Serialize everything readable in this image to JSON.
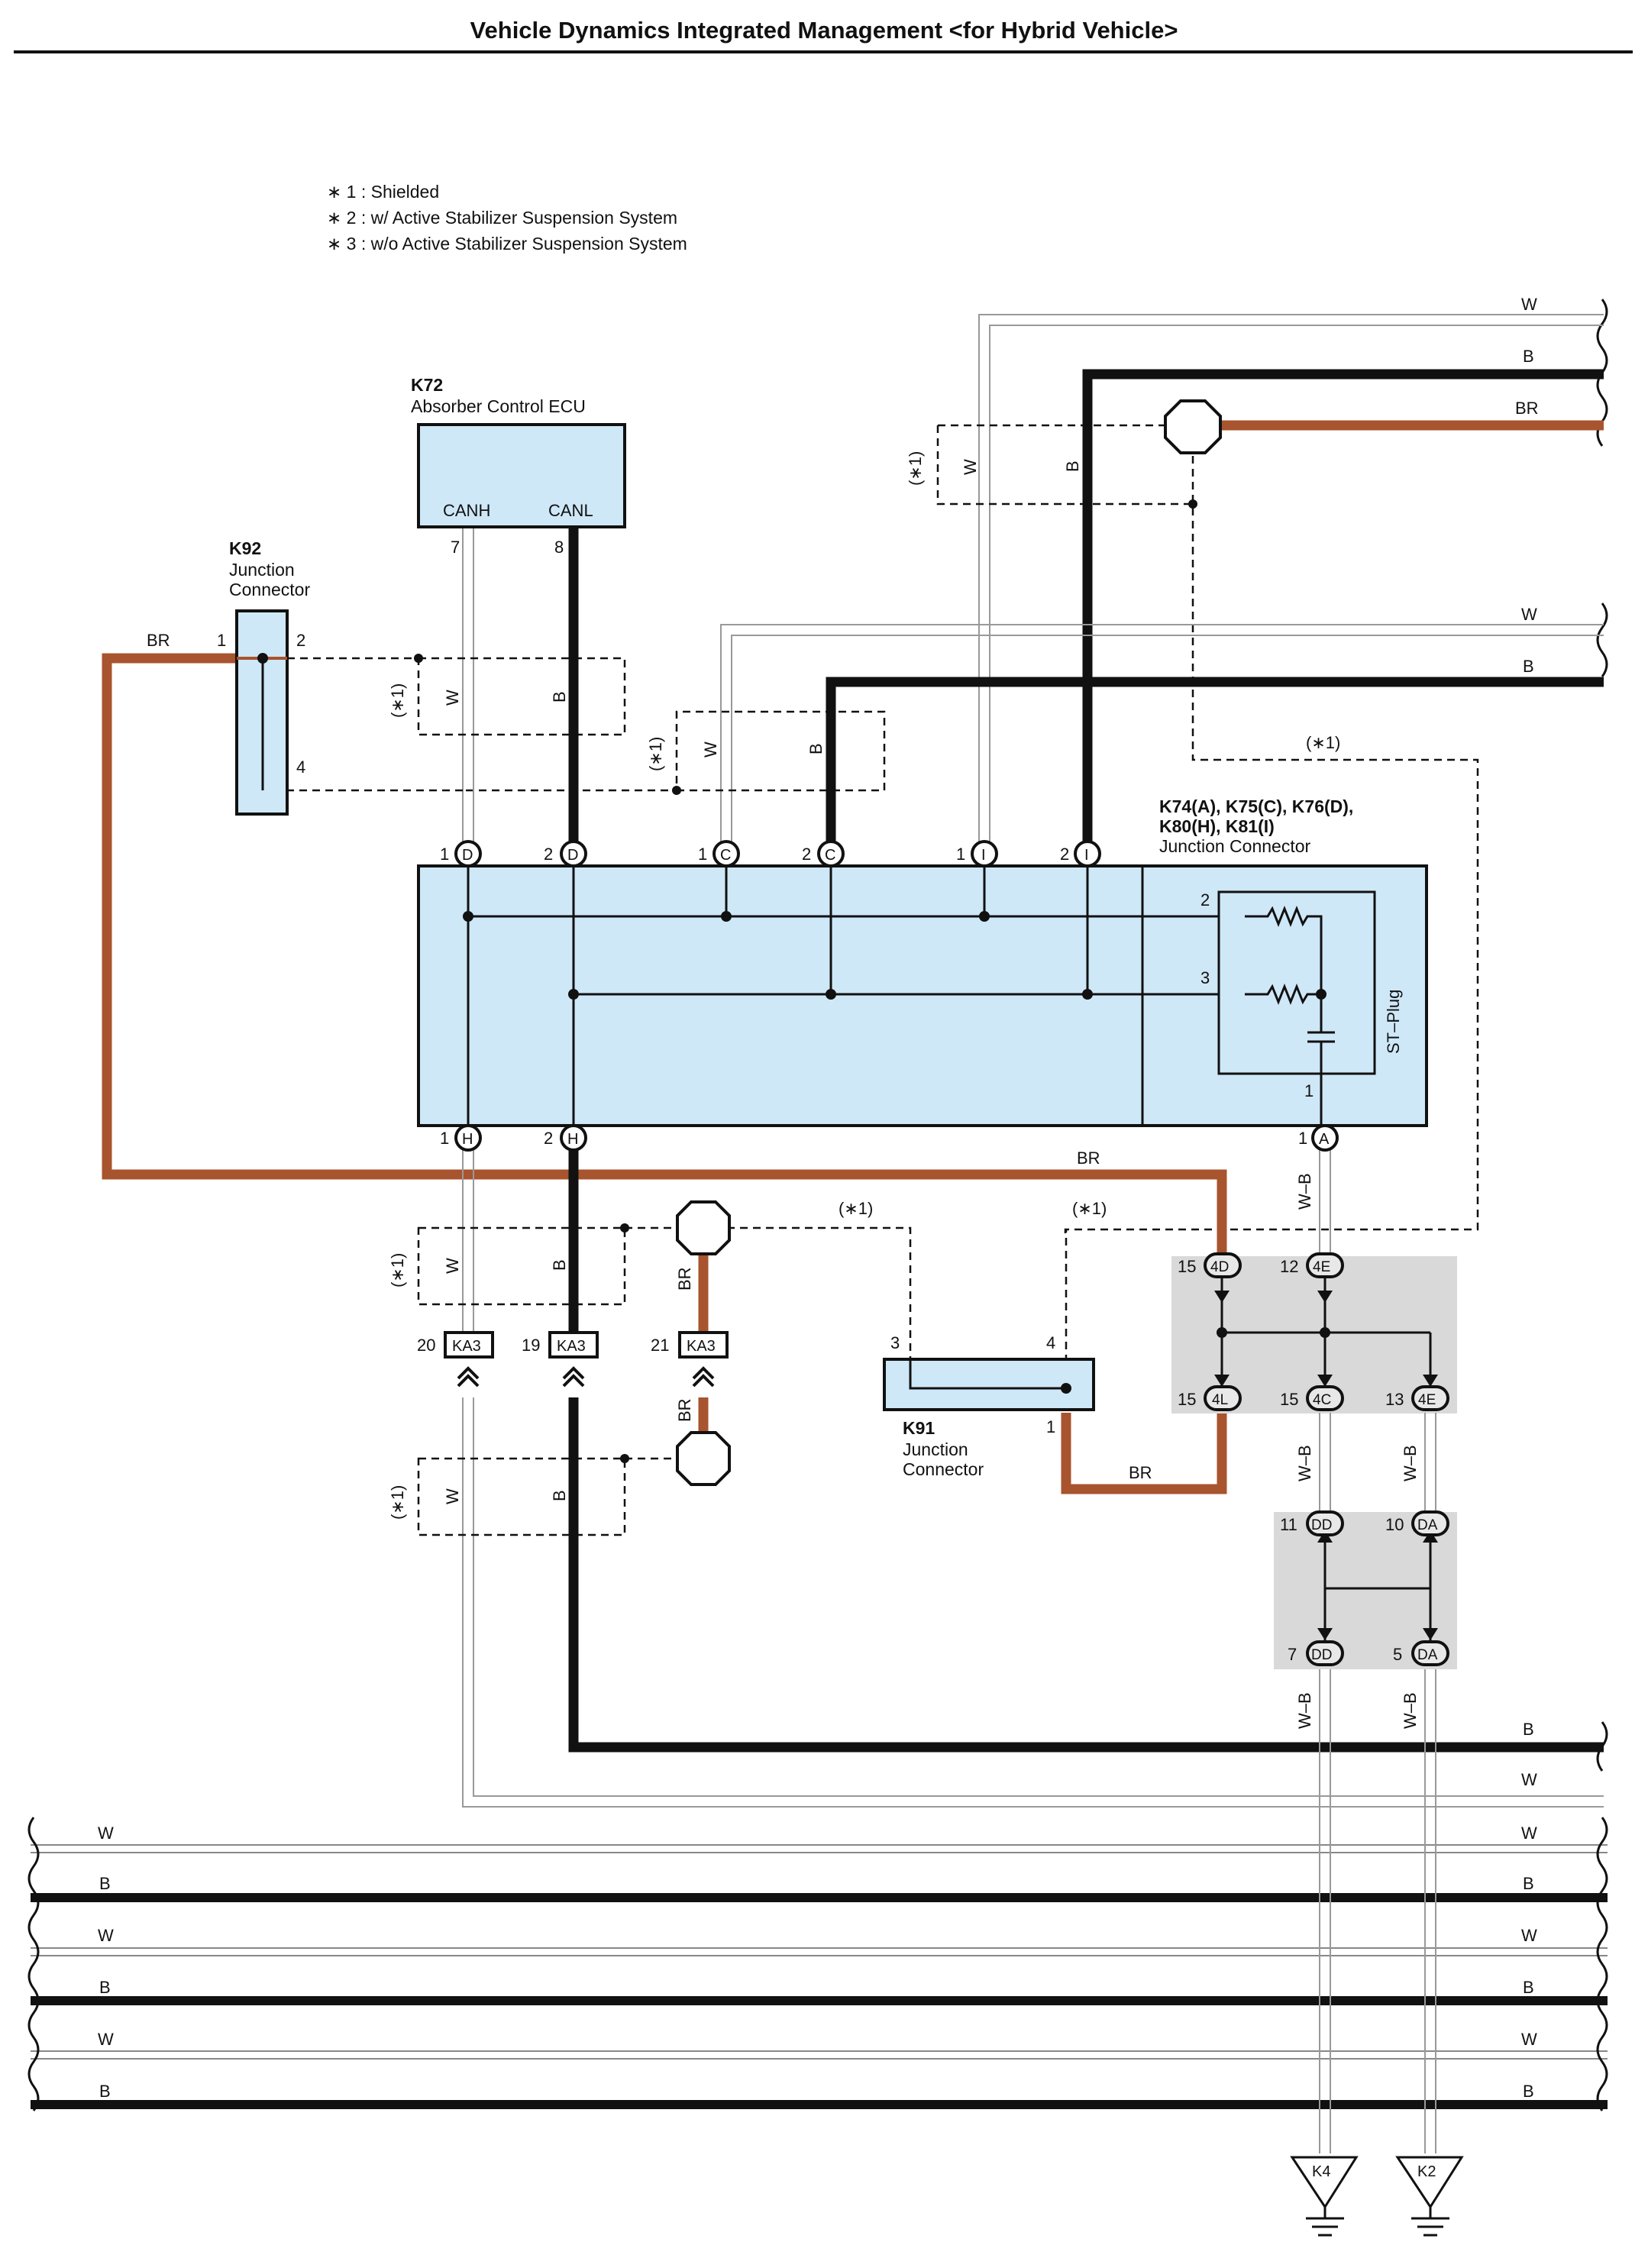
{
  "title": "Vehicle Dynamics Integrated Management <for Hybrid Vehicle>",
  "notes": [
    "∗ 1 : Shielded",
    "∗ 2 : w/ Active Stabilizer Suspension System",
    "∗ 3 : w/o Active Stabilizer Suspension System"
  ],
  "colors": {
    "wire_b": "#111111",
    "wire_br": "#a8542e",
    "wire_w": "#aaaaaa",
    "component_fill": "#cfe8f8",
    "junction_fill": "#d9d9d9"
  },
  "components": {
    "k72": {
      "id": "K72",
      "name": "Absorber Control ECU",
      "pin_canh": "CANH",
      "pin_canl": "CANL",
      "pin7": "7",
      "pin8": "8"
    },
    "k92": {
      "id": "K92",
      "name1": "Junction",
      "name2": "Connector",
      "pin1": "1",
      "pin2": "2",
      "pin4": "4"
    },
    "k91": {
      "id": "K91",
      "name1": "Junction",
      "name2": "Connector",
      "pin1": "1",
      "pin3": "3",
      "pin4": "4"
    },
    "jc": {
      "line1": "K74(A), K75(C), K76(D),",
      "line2": "K80(H), K81(I)",
      "line3": "Junction Connector"
    },
    "st_plug": "ST–Plug"
  },
  "shield_mark": "(∗1)",
  "connectors_top": [
    {
      "pin": "1",
      "code": "D"
    },
    {
      "pin": "2",
      "code": "D"
    },
    {
      "pin": "1",
      "code": "C"
    },
    {
      "pin": "2",
      "code": "C"
    },
    {
      "pin": "1",
      "code": "I"
    },
    {
      "pin": "2",
      "code": "I"
    }
  ],
  "connectors_bottom": [
    {
      "pin": "1",
      "code": "H"
    },
    {
      "pin": "2",
      "code": "H"
    },
    {
      "pin": "1",
      "code": "A"
    }
  ],
  "st_pins": [
    "2",
    "3",
    "1"
  ],
  "inline_connectors": [
    {
      "pin": "20",
      "code": "KA3"
    },
    {
      "pin": "19",
      "code": "KA3"
    },
    {
      "pin": "21",
      "code": "KA3"
    }
  ],
  "junction_upper": [
    {
      "pin": "15",
      "code": "4D"
    },
    {
      "pin": "12",
      "code": "4E"
    },
    {
      "pin": "15",
      "code": "4L"
    },
    {
      "pin": "15",
      "code": "4C"
    },
    {
      "pin": "13",
      "code": "4E"
    }
  ],
  "junction_lower": [
    {
      "pin": "11",
      "code": "DD"
    },
    {
      "pin": "10",
      "code": "DA"
    },
    {
      "pin": "7",
      "code": "DD"
    },
    {
      "pin": "5",
      "code": "DA"
    }
  ],
  "grounds": [
    "K4",
    "K2"
  ],
  "wire_colors": {
    "w": "W",
    "b": "B",
    "br": "BR",
    "wb": "W–B"
  }
}
